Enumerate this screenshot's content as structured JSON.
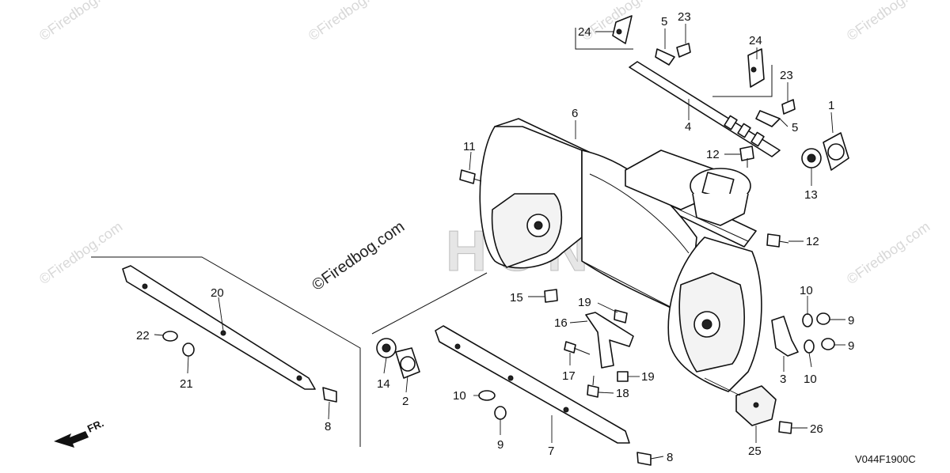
{
  "diagram": {
    "drawing_code": "V044F1900C",
    "front_label": "FR.",
    "watermark": "©Firedbog.com",
    "brand_watermark": "HONDA",
    "callouts": [
      {
        "id": "c24a",
        "text": "24"
      },
      {
        "id": "c5a",
        "text": "5"
      },
      {
        "id": "c23a",
        "text": "23"
      },
      {
        "id": "c24b",
        "text": "24"
      },
      {
        "id": "c23b",
        "text": "23"
      },
      {
        "id": "c1",
        "text": "1"
      },
      {
        "id": "c6",
        "text": "6"
      },
      {
        "id": "c4",
        "text": "4"
      },
      {
        "id": "c5b",
        "text": "5"
      },
      {
        "id": "c11",
        "text": "11"
      },
      {
        "id": "c12a",
        "text": "12"
      },
      {
        "id": "c13",
        "text": "13"
      },
      {
        "id": "c12b",
        "text": "12"
      },
      {
        "id": "c20",
        "text": "20"
      },
      {
        "id": "c15",
        "text": "15"
      },
      {
        "id": "c19a",
        "text": "19"
      },
      {
        "id": "c10a",
        "text": "10"
      },
      {
        "id": "c9a",
        "text": "9"
      },
      {
        "id": "c16",
        "text": "16"
      },
      {
        "id": "c9b",
        "text": "9"
      },
      {
        "id": "c22",
        "text": "22"
      },
      {
        "id": "c14",
        "text": "14"
      },
      {
        "id": "c17",
        "text": "17"
      },
      {
        "id": "c19b",
        "text": "19"
      },
      {
        "id": "c3",
        "text": "3"
      },
      {
        "id": "c10b",
        "text": "10"
      },
      {
        "id": "c21",
        "text": "21"
      },
      {
        "id": "c2",
        "text": "2"
      },
      {
        "id": "c10c",
        "text": "10"
      },
      {
        "id": "c18",
        "text": "18"
      },
      {
        "id": "c8a",
        "text": "8"
      },
      {
        "id": "c26",
        "text": "26"
      },
      {
        "id": "c9c",
        "text": "9"
      },
      {
        "id": "c7",
        "text": "7"
      },
      {
        "id": "c25",
        "text": "25"
      },
      {
        "id": "c8b",
        "text": "8"
      }
    ]
  }
}
